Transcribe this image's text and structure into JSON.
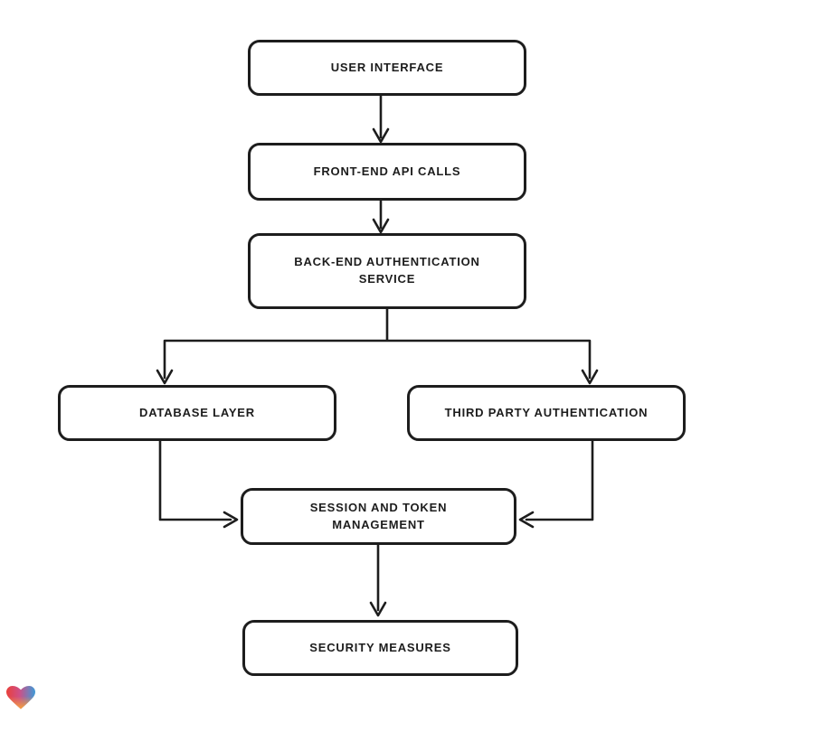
{
  "diagram": {
    "type": "flowchart",
    "style": "hand-drawn",
    "colors": {
      "stroke": "#1d1d1d",
      "node_fill": "#ffffff",
      "background": "#ffffff"
    },
    "nodes": [
      {
        "id": "user-interface",
        "label": "USER INTERFACE"
      },
      {
        "id": "front-end-api-calls",
        "label": "FRONT-END API CALLS"
      },
      {
        "id": "back-end-authentication-service",
        "label": "BACK-END AUTHENTICATION SERVICE"
      },
      {
        "id": "database-layer",
        "label": "DATABASE LAYER"
      },
      {
        "id": "third-party-authentication",
        "label": "THIRD PARTY AUTHENTICATION"
      },
      {
        "id": "session-and-token-management",
        "label": "SESSION AND TOKEN MANAGEMENT"
      },
      {
        "id": "security-measures",
        "label": "SECURITY MEASURES"
      }
    ],
    "edges": [
      {
        "from": "user-interface",
        "to": "front-end-api-calls"
      },
      {
        "from": "front-end-api-calls",
        "to": "back-end-authentication-service"
      },
      {
        "from": "back-end-authentication-service",
        "to": "database-layer"
      },
      {
        "from": "back-end-authentication-service",
        "to": "third-party-authentication"
      },
      {
        "from": "database-layer",
        "to": "session-and-token-management"
      },
      {
        "from": "third-party-authentication",
        "to": "session-and-token-management"
      },
      {
        "from": "session-and-token-management",
        "to": "security-measures"
      }
    ]
  },
  "logo": {
    "name": "heart-logo",
    "colors": {
      "red": "#e9403a",
      "blue": "#3d9bd8",
      "orange": "#f6a23b"
    }
  }
}
